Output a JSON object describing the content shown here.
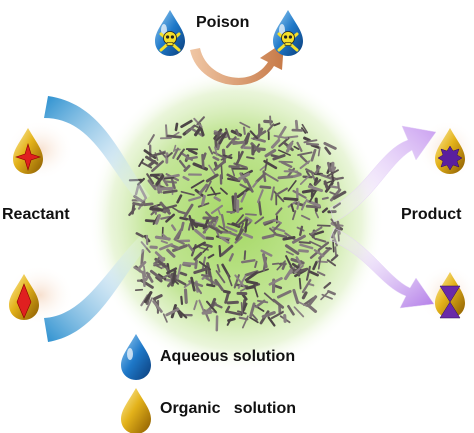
{
  "labels": {
    "poison": "Poison",
    "reactant": "Reactant",
    "product": "Product",
    "aqueous": "Aqueous solution",
    "organic": "Organic   solution"
  },
  "colors": {
    "glow": "#a8d86a",
    "catalyst": "#6e6567",
    "aqueous_drop": "#1e78c8",
    "organic_drop": "#d9a30c",
    "poison_arrow": "#d9966a",
    "reactant_arrow": "#4aa8d0",
    "product_arrow": "#c9a2ee",
    "reactant_star": "#e02020",
    "product_top_star": "#5b1f9e",
    "product_hourglass": "#6a2aa8"
  },
  "icons": [
    "skull-crossbones-icon",
    "red-star-icon",
    "red-diamond-icon",
    "purple-starburst-icon",
    "purple-hourglass-icon"
  ]
}
